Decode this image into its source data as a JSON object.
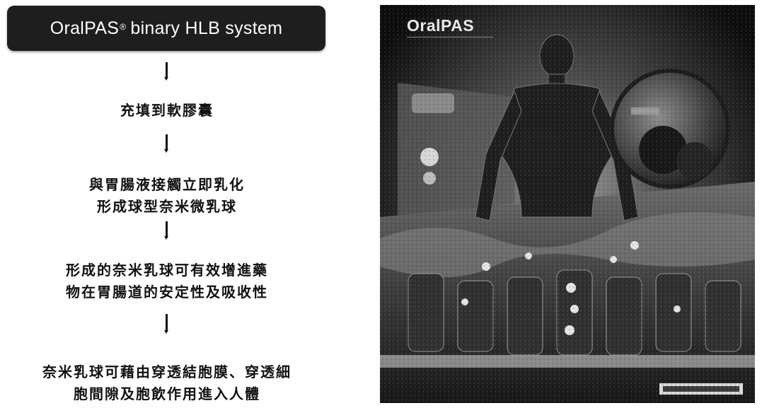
{
  "flow": {
    "title_main": "OralPAS",
    "title_sup": "®",
    "title_rest": "binary HLB system",
    "steps": [
      {
        "lines": [
          "充填到軟膠囊"
        ]
      },
      {
        "lines": [
          "與胃腸液接觸立即乳化",
          "形成球型奈米微乳球"
        ]
      },
      {
        "lines": [
          "形成的奈米乳球可有效增進藥",
          "物在胃腸道的安定性及吸收性"
        ]
      },
      {
        "lines": [
          "奈米乳球可藉由穿透結胞膜、穿透細",
          "胞間隙及胞飲作用進入人體"
        ]
      }
    ]
  },
  "poster": {
    "brand": "OralPAS"
  },
  "colors": {
    "title_box_bg": "#1e1e1e",
    "title_text": "#ffffff",
    "poster_bg": "#090909"
  }
}
